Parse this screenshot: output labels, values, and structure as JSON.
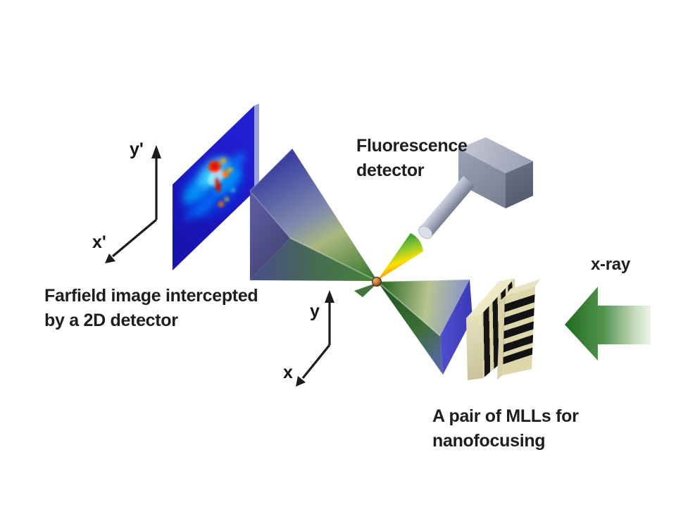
{
  "figure": {
    "type": "schematic-diagram",
    "subject": "X-ray nanofocusing setup with a pair of MLLs, focal point, fluorescence detector and 2D farfield detector"
  },
  "labels": {
    "fluorescence": {
      "line1": "Fluorescence",
      "line2": "detector"
    },
    "farfield": {
      "line1": "Farfield image intercepted",
      "line2": "by a 2D detector"
    },
    "mll": {
      "line1": "A pair of MLLs for",
      "line2": "nanofocusing"
    },
    "xray": "x-ray"
  },
  "axes": {
    "detector_plane": {
      "vertical": "y'",
      "horizontal": "x'"
    },
    "sample_plane": {
      "vertical": "y",
      "horizontal": "x"
    }
  },
  "components": {
    "detector_panel": "2D detector panel showing farfield diffraction pattern",
    "farfield_beam": "diverging diffracted beam cone from focus to 2D detector",
    "incident_beam": "converging beam cone from MLL pair to focal point",
    "focal_point": "nanofocus spot (sample position)",
    "fluorescence_cone": "fluorescence emission cone toward detector snout",
    "fluorescence_device": "fluorescence detector box with cylindrical snout",
    "mll_pair": "two multilayer Laue lenses (vertical-layer and horizontal-layer)",
    "xray_arrow": "incoming x-ray beam arrow pointing left"
  },
  "colors": {
    "background": "#ffffff",
    "text": "#1e1e1e",
    "panel_blue": "#1b18c4",
    "panel_edge": "#98a0dc",
    "heat_cold": "#00a6ff",
    "heat_hot": "#e81600",
    "beam_green": "#3f7a33",
    "beam_blue": "#3c41a0",
    "cone_base_blue": "#3a38c6",
    "arrow_green_dark": "#1e6b1e",
    "arrow_green_light": "#eef5ea",
    "mll_tan": "#d8d1a4",
    "mll_black": "#141414",
    "detector_gray": "#959bb0",
    "focal_brown": "#c07838",
    "fluo_green": "#2f9e33",
    "fluo_red": "#e63c00"
  }
}
